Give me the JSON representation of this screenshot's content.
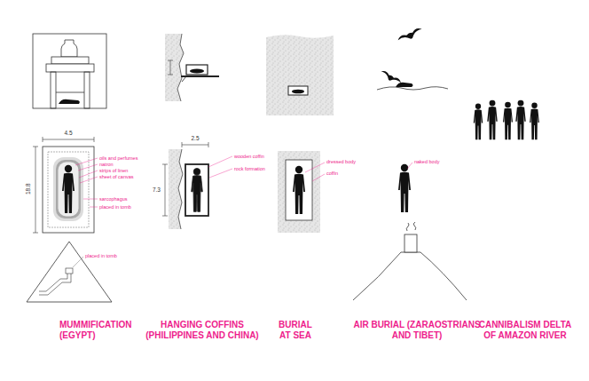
{
  "diagram": {
    "labels": [
      "4.5",
      "18.8",
      "oils and perfumes",
      "natron",
      "strips of linen",
      "sheet of canvas",
      "sarcophagus",
      "placed in tomb",
      "placed in tomb",
      "2.5",
      "7.3",
      "wooden coffin",
      "rock formation",
      "dressed body",
      "coffin",
      "naked body",
      "MUMMIFICATION (EGYPT)",
      "HANGING COFFINS (PHILIPPINES AND CHINA)",
      "BURIAL AT SEA",
      "AIR BURIAL (ZARAOSTRIANS AND TIBET)",
      "CANNIBALISM DELTA OF AMAZON RIVER"
    ]
  }
}
